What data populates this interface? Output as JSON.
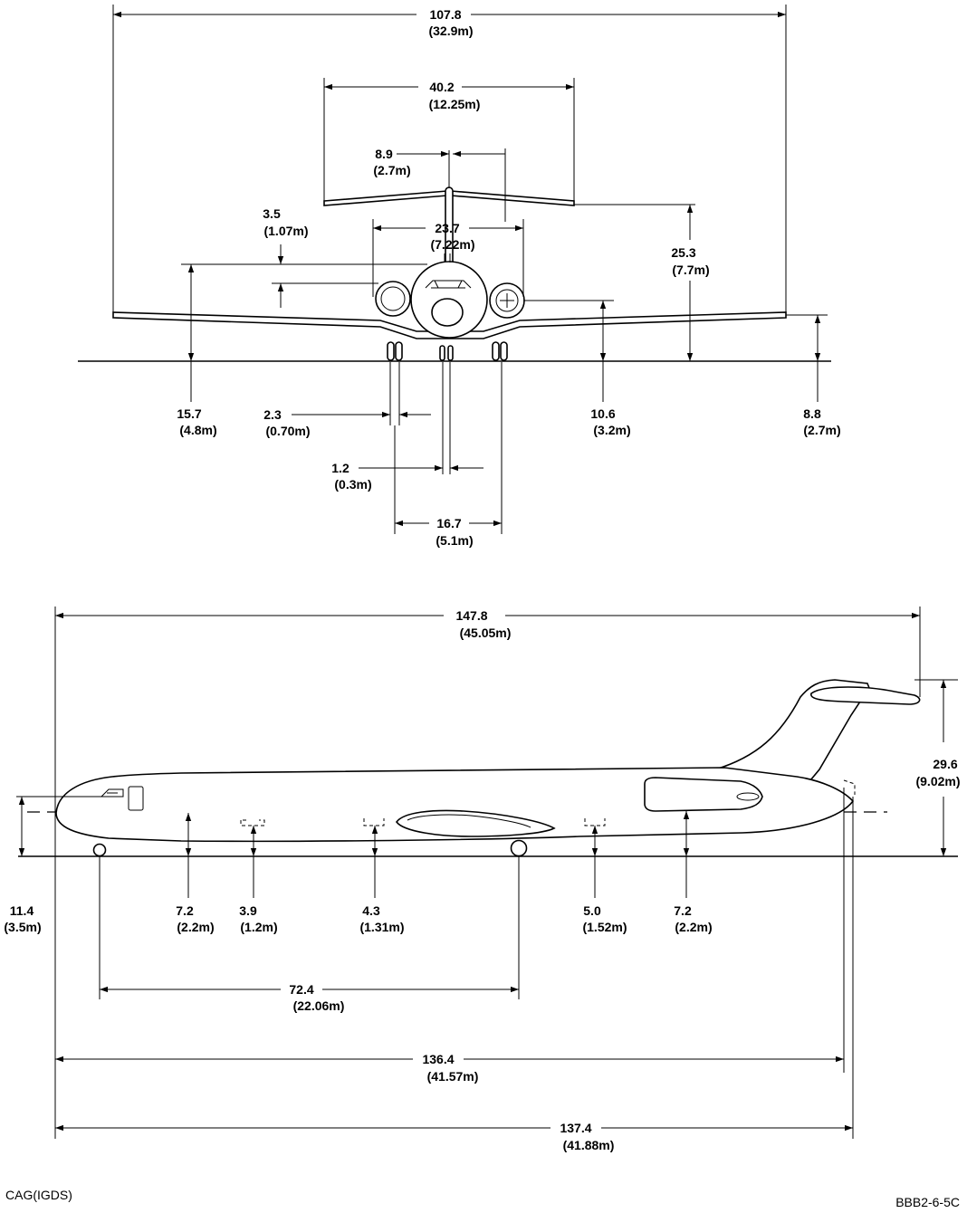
{
  "front_view": {
    "span": {
      "value": "107.8",
      "metric": "(32.9m)"
    },
    "tail_span": {
      "value": "40.2",
      "metric": "(12.25m)"
    },
    "vert_stab": {
      "value": "8.9",
      "metric": "(2.7m)"
    },
    "engine_spacing": {
      "value": "23.7",
      "metric": "(7.22m)"
    },
    "nacelle_drop": {
      "value": "3.5",
      "metric": "(1.07m)"
    },
    "tail_height": {
      "value": "25.3",
      "metric": "(7.7m)"
    },
    "fuselage_top": {
      "value": "15.7",
      "metric": "(4.8m)"
    },
    "gear_width": {
      "value": "2.3",
      "metric": "(0.70m)"
    },
    "nose_gear_width": {
      "value": "1.2",
      "metric": "(0.3m)"
    },
    "engine_height": {
      "value": "10.6",
      "metric": "(3.2m)"
    },
    "wingtip_height": {
      "value": "8.8",
      "metric": "(2.7m)"
    },
    "track": {
      "value": "16.7",
      "metric": "(5.1m)"
    }
  },
  "side_view": {
    "overall_length": {
      "value": "147.8",
      "metric": "(45.05m)"
    },
    "overall_height": {
      "value": "29.6",
      "metric": "(9.02m)"
    },
    "nose_height": {
      "value": "11.4",
      "metric": "(3.5m)"
    },
    "cabin_sill_fwd": {
      "value": "7.2",
      "metric": "(2.2m)"
    },
    "fwd_cargo": {
      "value": "3.9",
      "metric": "(1.2m)"
    },
    "mid_cargo": {
      "value": "4.3",
      "metric": "(1.31m)"
    },
    "aft_cargo": {
      "value": "5.0",
      "metric": "(1.52m)"
    },
    "cabin_sill_aft": {
      "value": "7.2",
      "metric": "(2.2m)"
    },
    "wheelbase": {
      "value": "72.4",
      "metric": "(22.06m)"
    },
    "length_a": {
      "value": "136.4",
      "metric": "(41.57m)"
    },
    "length_b": {
      "value": "137.4",
      "metric": "(41.88m)"
    }
  },
  "footer": {
    "left": "CAG(IGDS)",
    "right": "BBB2-6-5C"
  }
}
